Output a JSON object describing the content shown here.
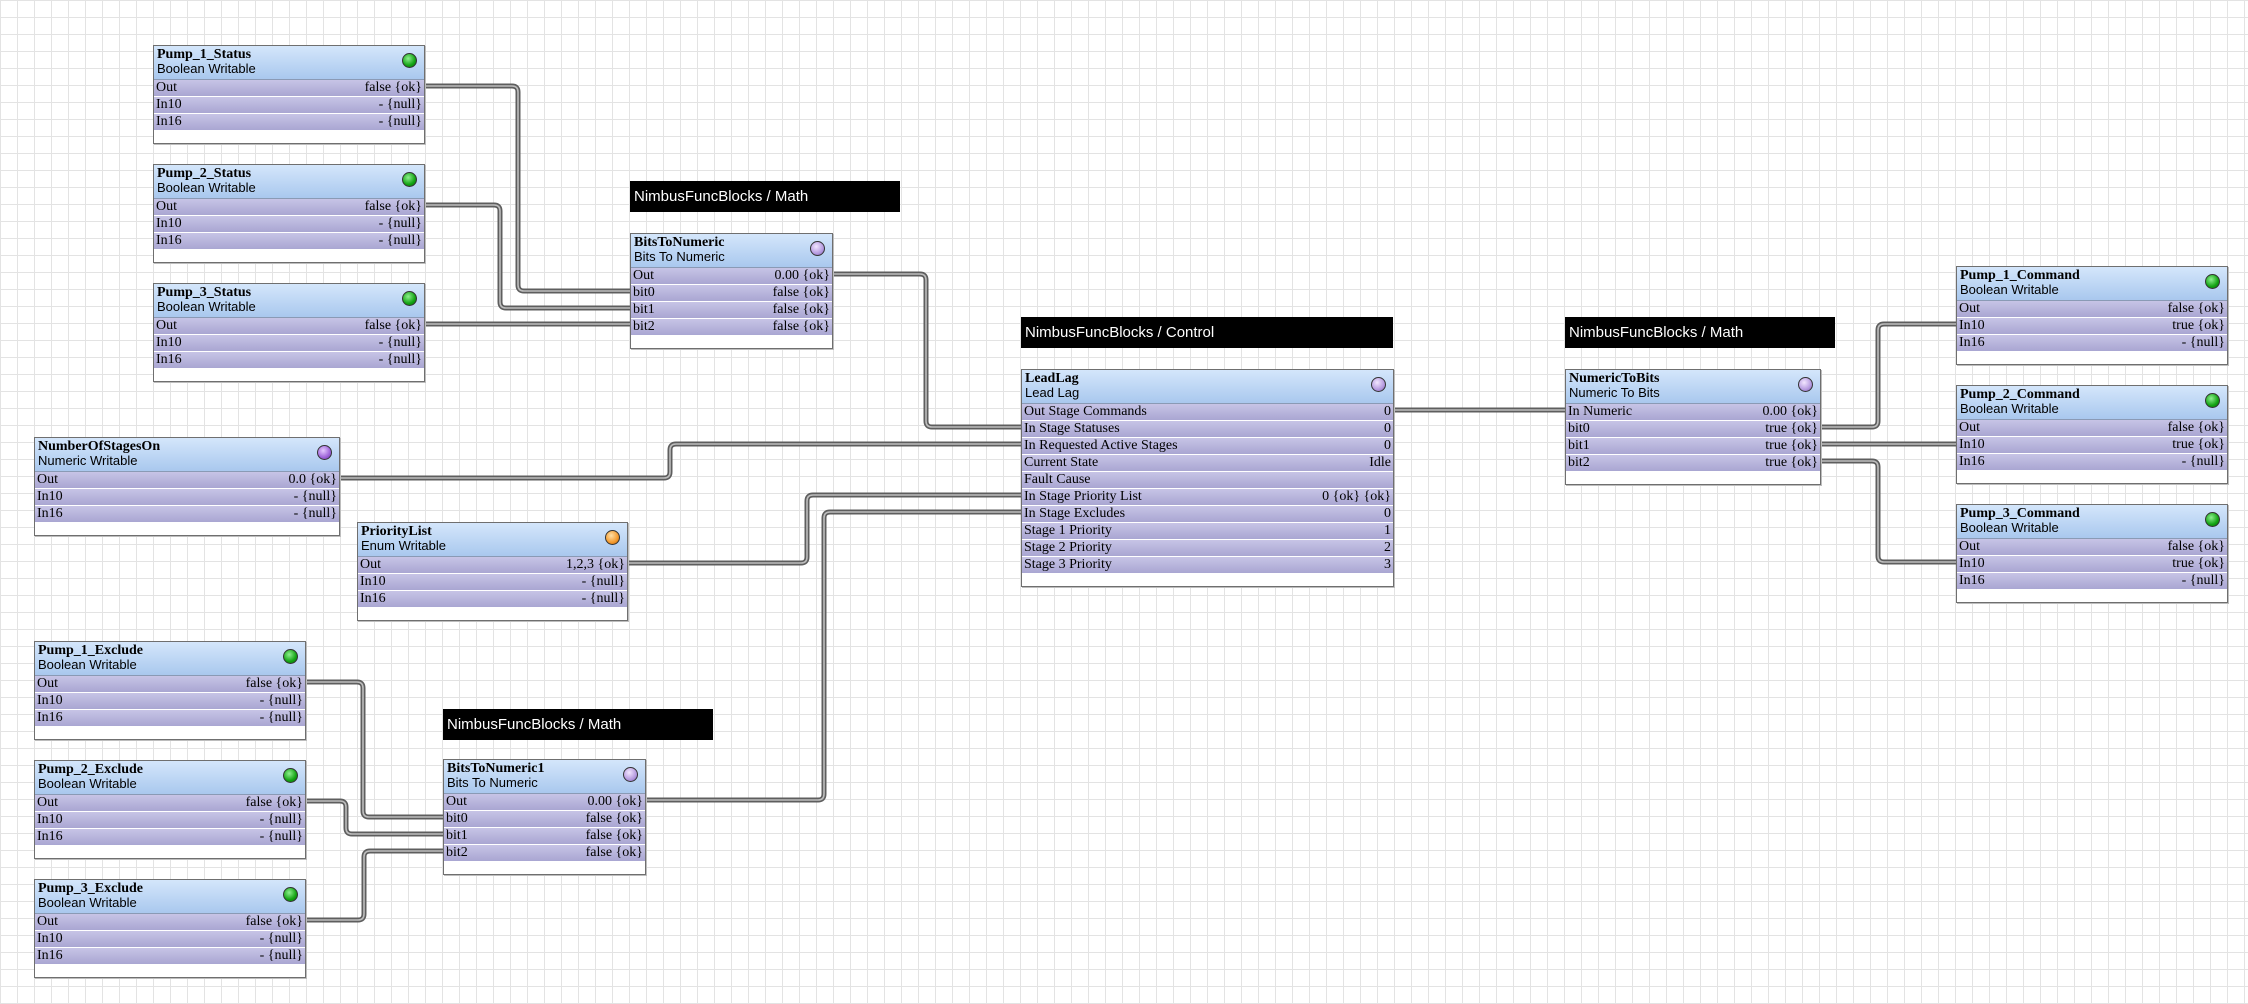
{
  "group_labels": {
    "bits_math": "NimbusFuncBlocks / Math",
    "control": "NimbusFuncBlocks / Control",
    "ntb_math": "NimbusFuncBlocks / Math",
    "bits1_math": "NimbusFuncBlocks / Math"
  },
  "blocks": {
    "pump1_status": {
      "title": "Pump_1_Status",
      "subtitle": "Boolean Writable",
      "status": "green",
      "slots": [
        {
          "name": "Out",
          "value": "false {ok}"
        },
        {
          "name": "In10",
          "value": "- {null}"
        },
        {
          "name": "In16",
          "value": "- {null}"
        }
      ]
    },
    "pump2_status": {
      "title": "Pump_2_Status",
      "subtitle": "Boolean Writable",
      "status": "green",
      "slots": [
        {
          "name": "Out",
          "value": "false {ok}"
        },
        {
          "name": "In10",
          "value": "- {null}"
        },
        {
          "name": "In16",
          "value": "- {null}"
        }
      ]
    },
    "pump3_status": {
      "title": "Pump_3_Status",
      "subtitle": "Boolean Writable",
      "status": "green",
      "slots": [
        {
          "name": "Out",
          "value": "false {ok}"
        },
        {
          "name": "In10",
          "value": "- {null}"
        },
        {
          "name": "In16",
          "value": "- {null}"
        }
      ]
    },
    "bits_to_numeric": {
      "title": "BitsToNumeric",
      "subtitle": "Bits To Numeric",
      "status": "violet",
      "slots": [
        {
          "name": "Out",
          "value": "0.00 {ok}"
        },
        {
          "name": "bit0",
          "value": "false {ok}"
        },
        {
          "name": "bit1",
          "value": "false {ok}"
        },
        {
          "name": "bit2",
          "value": "false {ok}"
        }
      ]
    },
    "number_of_stages_on": {
      "title": "NumberOfStagesOn",
      "subtitle": "Numeric Writable",
      "status": "purple",
      "slots": [
        {
          "name": "Out",
          "value": "0.0 {ok}"
        },
        {
          "name": "In10",
          "value": "- {null}"
        },
        {
          "name": "In16",
          "value": "- {null}"
        }
      ]
    },
    "priority_list": {
      "title": "PriorityList",
      "subtitle": "Enum Writable",
      "status": "orange",
      "slots": [
        {
          "name": "Out",
          "value": "1,2,3 {ok}"
        },
        {
          "name": "In10",
          "value": "- {null}"
        },
        {
          "name": "In16",
          "value": "- {null}"
        }
      ]
    },
    "lead_lag": {
      "title": "LeadLag",
      "subtitle": "Lead Lag",
      "status": "violet",
      "slots": [
        {
          "name": "Out Stage Commands",
          "value": "0"
        },
        {
          "name": "In Stage Statuses",
          "value": "0"
        },
        {
          "name": "In Requested Active Stages",
          "value": "0"
        },
        {
          "name": "Current State",
          "value": "Idle"
        },
        {
          "name": "Fault Cause",
          "value": ""
        },
        {
          "name": "In Stage Priority List",
          "value": "0 {ok} {ok}"
        },
        {
          "name": "In Stage Excludes",
          "value": "0"
        },
        {
          "name": "Stage 1 Priority",
          "value": "1"
        },
        {
          "name": "Stage 2 Priority",
          "value": "2"
        },
        {
          "name": "Stage 3 Priority",
          "value": "3"
        }
      ]
    },
    "numeric_to_bits": {
      "title": "NumericToBits",
      "subtitle": "Numeric To Bits",
      "status": "violet",
      "slots": [
        {
          "name": "In Numeric",
          "value": "0.00 {ok}"
        },
        {
          "name": "bit0",
          "value": "true {ok}"
        },
        {
          "name": "bit1",
          "value": "true {ok}"
        },
        {
          "name": "bit2",
          "value": "true {ok}"
        }
      ]
    },
    "pump1_command": {
      "title": "Pump_1_Command",
      "subtitle": "Boolean Writable",
      "status": "green",
      "slots": [
        {
          "name": "Out",
          "value": "false {ok}"
        },
        {
          "name": "In10",
          "value": "true {ok}"
        },
        {
          "name": "In16",
          "value": "- {null}"
        }
      ]
    },
    "pump2_command": {
      "title": "Pump_2_Command",
      "subtitle": "Boolean Writable",
      "status": "green",
      "slots": [
        {
          "name": "Out",
          "value": "false {ok}"
        },
        {
          "name": "In10",
          "value": "true {ok}"
        },
        {
          "name": "In16",
          "value": "- {null}"
        }
      ]
    },
    "pump3_command": {
      "title": "Pump_3_Command",
      "subtitle": "Boolean Writable",
      "status": "green",
      "slots": [
        {
          "name": "Out",
          "value": "false {ok}"
        },
        {
          "name": "In10",
          "value": "true {ok}"
        },
        {
          "name": "In16",
          "value": "- {null}"
        }
      ]
    },
    "pump1_exclude": {
      "title": "Pump_1_Exclude",
      "subtitle": "Boolean Writable",
      "status": "green",
      "slots": [
        {
          "name": "Out",
          "value": "false {ok}"
        },
        {
          "name": "In10",
          "value": "- {null}"
        },
        {
          "name": "In16",
          "value": "- {null}"
        }
      ]
    },
    "pump2_exclude": {
      "title": "Pump_2_Exclude",
      "subtitle": "Boolean Writable",
      "status": "green",
      "slots": [
        {
          "name": "Out",
          "value": "false {ok}"
        },
        {
          "name": "In10",
          "value": "- {null}"
        },
        {
          "name": "In16",
          "value": "- {null}"
        }
      ]
    },
    "pump3_exclude": {
      "title": "Pump_3_Exclude",
      "subtitle": "Boolean Writable",
      "status": "green",
      "slots": [
        {
          "name": "Out",
          "value": "false {ok}"
        },
        {
          "name": "In10",
          "value": "- {null}"
        },
        {
          "name": "In16",
          "value": "- {null}"
        }
      ]
    },
    "bits_to_numeric1": {
      "title": "BitsToNumeric1",
      "subtitle": "Bits To Numeric",
      "status": "violet",
      "slots": [
        {
          "name": "Out",
          "value": "0.00 {ok}"
        },
        {
          "name": "bit0",
          "value": "false {ok}"
        },
        {
          "name": "bit1",
          "value": "false {ok}"
        },
        {
          "name": "bit2",
          "value": "false {ok}"
        }
      ]
    }
  }
}
